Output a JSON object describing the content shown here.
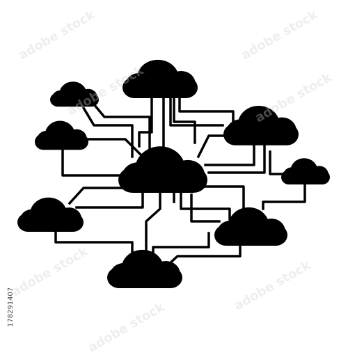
{
  "illustration": {
    "subject": "cloud-network-icon",
    "fill_color": "#000000",
    "background_color": "#ffffff",
    "cloud_count": 9
  },
  "watermark": {
    "text": "adobe stock",
    "repeated": true
  },
  "stock_id": "178291407"
}
